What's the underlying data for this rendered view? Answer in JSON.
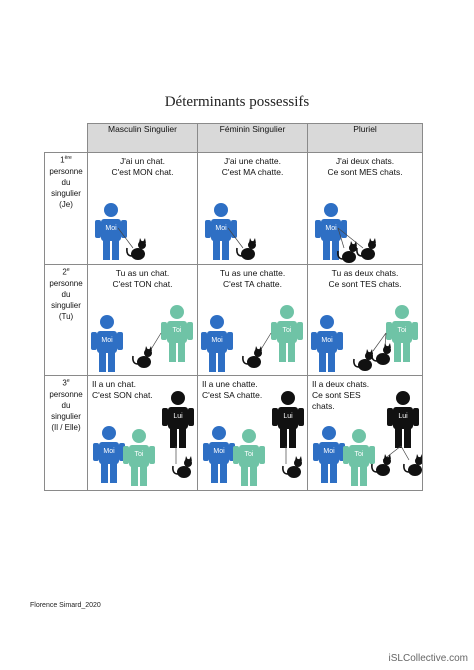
{
  "title": "Déterminants possessifs",
  "columns": [
    "Masculin Singulier",
    "Féminin Singulier",
    "Pluriel"
  ],
  "rows": [
    {
      "ordinal": "1",
      "ordinal_sup": "ère",
      "label_lines": [
        "personne",
        "du",
        "singulier",
        "(Je)"
      ],
      "cells": [
        {
          "lines": [
            "J'ai un chat.",
            "C'est MON chat."
          ],
          "figure": "moi",
          "cats": 1
        },
        {
          "lines": [
            "J'ai une chatte.",
            "C'est MA chatte."
          ],
          "figure": "moi",
          "cats": 1
        },
        {
          "lines": [
            "J'ai deux chats.",
            "Ce sont MES chats."
          ],
          "figure": "moi",
          "cats": 2
        }
      ]
    },
    {
      "ordinal": "2",
      "ordinal_sup": "e",
      "label_lines": [
        "personne",
        "du",
        "singulier",
        "(Tu)"
      ],
      "cells": [
        {
          "lines": [
            "Tu as un chat.",
            "C'est TON chat."
          ],
          "figure": "toi",
          "cats": 1
        },
        {
          "lines": [
            "Tu as une chatte.",
            "C'est TA chatte."
          ],
          "figure": "toi",
          "cats": 1
        },
        {
          "lines": [
            "Tu as deux chats.",
            "Ce sont TES chats."
          ],
          "figure": "toi",
          "cats": 2
        }
      ]
    },
    {
      "ordinal": "3",
      "ordinal_sup": "e",
      "label_lines": [
        "personne",
        "du",
        "singulier",
        "(Il / Elle)"
      ],
      "cells": [
        {
          "lines": [
            "Il a un chat.",
            "C'est SON chat."
          ],
          "figure": "lui",
          "cats": 1
        },
        {
          "lines": [
            "Il a une chatte.",
            "C'est SA chatte."
          ],
          "figure": "lui",
          "cats": 1
        },
        {
          "lines": [
            "Il a deux chats.",
            "Ce sont SES",
            "chats."
          ],
          "figure": "lui",
          "cats": 2
        }
      ]
    }
  ],
  "figure_labels": {
    "moi": "Moi",
    "toi": "Toi",
    "lui": "Lui"
  },
  "colors": {
    "moi": "#2e6fc4",
    "toi": "#6fc3a6",
    "lui": "#111111",
    "cat": "#111111",
    "header_bg": "#d9d9d9",
    "border": "#8a8a8a"
  },
  "footer": "Florence Simard_2020",
  "watermark": "iSLCollective.com"
}
